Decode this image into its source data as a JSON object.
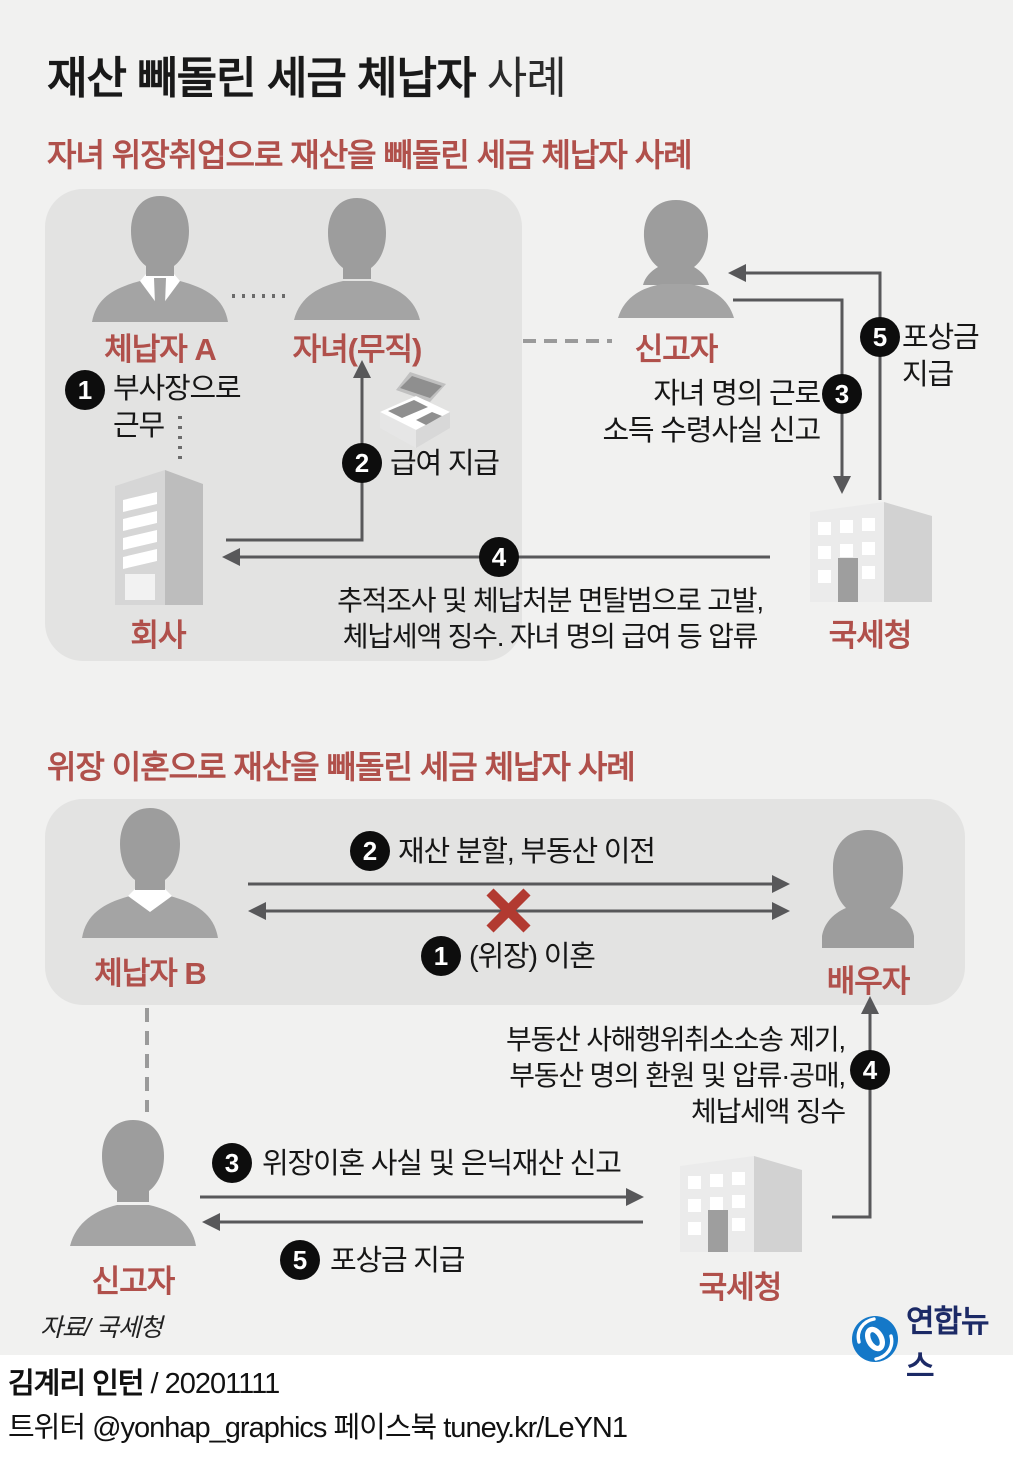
{
  "page": {
    "title_strong": "재산 빼돌린 세금 체납자",
    "title_light": " 사례"
  },
  "colors": {
    "accent_red": "#b0504b",
    "x_mark_red": "#b23a31",
    "wire_gray": "#58585a",
    "panel_gray": "#e3e3e2",
    "background": "#f1f1f0",
    "logo_blue": "#1478c8",
    "logo_navy": "#1c2a66"
  },
  "case1": {
    "header": "자녀 위장취업으로 재산을 빼돌린 세금 체납자 사례",
    "actors": {
      "delinquent": "체납자 A",
      "child": "자녀(무직)",
      "reporter": "신고자",
      "company": "회사",
      "nts": "국세청"
    },
    "steps": {
      "s1": {
        "num": "1",
        "line1": "부사장으로",
        "line2": "근무"
      },
      "s2": {
        "num": "2",
        "label": "급여 지급"
      },
      "s3": {
        "num": "3",
        "line1": "자녀 명의 근로",
        "line2": "소득 수령사실 신고"
      },
      "s4": {
        "num": "4",
        "line1": "추적조사 및 체납처분 면탈범으로 고발,",
        "line2": "체납세액 징수. 자녀 명의 급여 등 압류"
      },
      "s5": {
        "num": "5",
        "line1": "포상금",
        "line2": "지급"
      }
    }
  },
  "case2": {
    "header": "위장 이혼으로 재산을 빼돌린 세금 체납자 사례",
    "actors": {
      "delinquent": "체납자 B",
      "spouse": "배우자",
      "reporter": "신고자",
      "nts": "국세청"
    },
    "steps": {
      "s1": {
        "num": "1",
        "label": "(위장) 이혼"
      },
      "s2": {
        "num": "2",
        "label": "재산 분할, 부동산 이전"
      },
      "s3": {
        "num": "3",
        "label": "위장이혼 사실 및 은닉재산 신고"
      },
      "s4": {
        "num": "4",
        "line1": "부동산 사해행위취소소송 제기,",
        "line2": "부동산 명의 환원 및 압류·공매,",
        "line3": "체납세액 징수"
      },
      "s5": {
        "num": "5",
        "label": "포상금 지급"
      }
    }
  },
  "footer": {
    "source": "자료/ 국세청",
    "logo_text": "연합뉴스",
    "credit_name": "김계리 인턴",
    "credit_date": " / 20201111",
    "social": "트위터 @yonhap_graphics  페이스북 tuney.kr/LeYN1"
  }
}
